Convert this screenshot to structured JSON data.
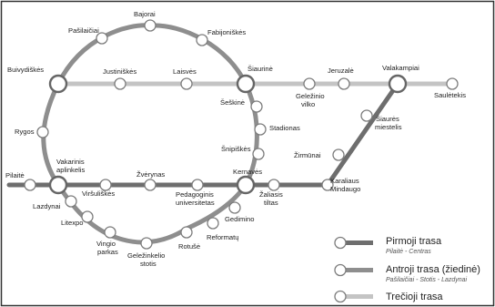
{
  "colors": {
    "line1": "#6e6e6e",
    "line2": "#8e8e8e",
    "line3": "#c4c4c4",
    "station_fill": "#ffffff",
    "station_stroke": "#7c7c7c"
  },
  "stations": {
    "bajorai": "Bajorai",
    "pasilaiciai": "Pašilaičiai",
    "fabijoniskes": "Fabijoniškės",
    "buivydiskes": "Buivydiškės",
    "justiniskes": "Justiniškės",
    "laisves": "Laisvės",
    "siaurine": "Šiaurinė",
    "jeruzale": "Jeruzalė",
    "valakampiai": "Valakampiai",
    "gelezinio_vilko_1": "Geležinio",
    "gelezinio_vilko_2": "vilko",
    "sauletekis": "Saulėtekis",
    "seskine": "Šeškinė",
    "siaures_miestelis_1": "Šiaurės",
    "siaures_miestelis_2": "miestelis",
    "stadionas": "Stadionas",
    "rygos": "Rygos",
    "snipiskes": "Šnipiškės",
    "zirmunai": "Žirmūnai",
    "vakarinis_1": "Vakarinis",
    "vakarinis_2": "aplinkelis",
    "pilaite": "Pilaitė",
    "zverynas": "Žvėrynas",
    "kernaves": "Kernavės",
    "karaliaus_1": "Karaliaus",
    "karaliaus_2": "Mindaugo",
    "lazdynai": "Lazdynai",
    "virsuliskes": "Viršuliškės",
    "pedagoginis_1": "Pedagoginis",
    "pedagoginis_2": "universitetas",
    "zaliasis_1": "Žaliasis",
    "zaliasis_2": "tiltas",
    "litexpo": "Litexpo",
    "gedimino": "Gedimino",
    "reformatu": "Reformatų",
    "vingio_1": "Vingio",
    "vingio_2": "parkas",
    "rotuse": "Rotušė",
    "gelezinkelio_1": "Geležinkelio",
    "gelezinkelio_2": "stotis"
  },
  "legend": [
    {
      "title": "Pirmoji trasa",
      "subtitle": "Pilaitė - Centras"
    },
    {
      "title": "Antroji trasa (žiedinė)",
      "subtitle": "Pašilaičiai - Stotis - Lazdynai"
    },
    {
      "title": "Trečioji trasa",
      "subtitle": ""
    }
  ]
}
